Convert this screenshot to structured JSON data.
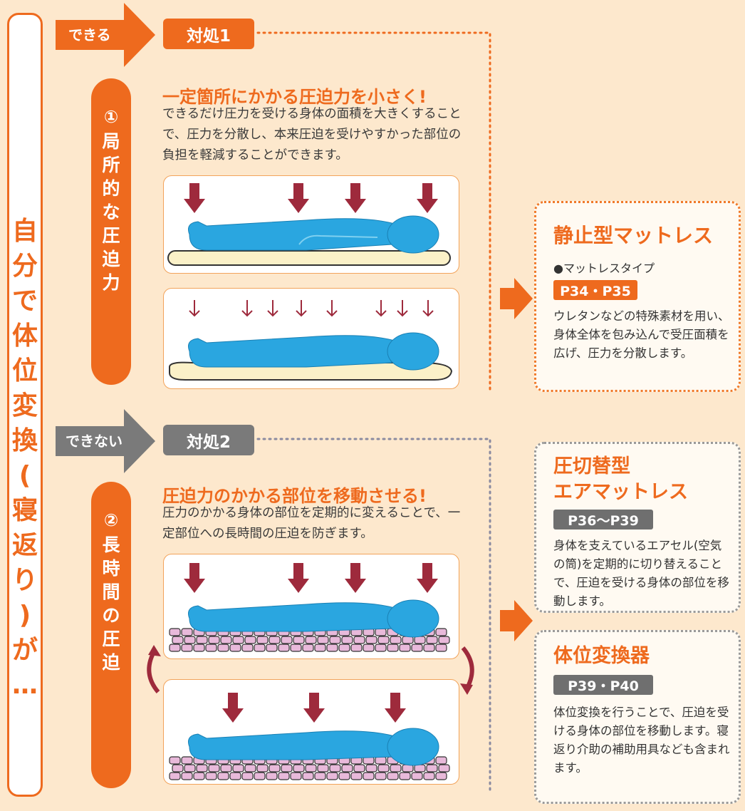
{
  "left_title": [
    "自",
    "分",
    "で",
    "体",
    "位",
    "変",
    "換",
    "(",
    "寝",
    "返",
    "り",
    ")",
    "が",
    "…"
  ],
  "top": {
    "arrow_label": "できる",
    "tag": "対処1",
    "heading": "一定箇所にかかる圧迫力を小さく!",
    "description": "できるだけ圧力を受ける身体の面積を大きくすることで、圧力を分散し、本来圧迫を受けやすかった部位の負担を軽減することができます。",
    "pill_number": "①",
    "pill_text": [
      "局",
      "所",
      "的",
      "な",
      "圧",
      "迫",
      "力"
    ]
  },
  "bottom": {
    "arrow_label": "できない",
    "tag": "対処2",
    "heading": "圧迫力のかかる部位を移動させる!",
    "description": "圧力のかかる身体の部位を定期的に変えることで、一定部位への長時間の圧迫を防ぎます。",
    "pill_number": "②",
    "pill_text": [
      "長",
      "時",
      "間",
      "の",
      "圧",
      "迫"
    ]
  },
  "cards": {
    "static": {
      "title": "静止型マットレス",
      "subtitle": "●マットレスタイプ",
      "pages": "P34・P35",
      "text": "ウレタンなどの特殊素材を用い、身体全体を包み込んで受圧面積を広げ、圧力を分散します。"
    },
    "air": {
      "title_line1": "圧切替型",
      "title_line2": "エアマットレス",
      "pages": "P36〜P39",
      "text": "身体を支えているエアセル(空気の筒)を定期的に切り替えることで、圧迫を受ける身体の部位を移動します。"
    },
    "repositioner": {
      "title": "体位変換器",
      "pages": "P39・P40",
      "text": "体位変換を行うことで、圧迫を受ける身体の部位を移動します。寝返り介助の補助用具なども含まれます。"
    }
  },
  "colors": {
    "accent": "#ee6a1e",
    "gray": "#7a7a7a",
    "arrow_dark": "#9e2a3c",
    "body": "#2aa6e0",
    "mattress": "#fbf1c8",
    "air_cell": "#e8b9da"
  }
}
